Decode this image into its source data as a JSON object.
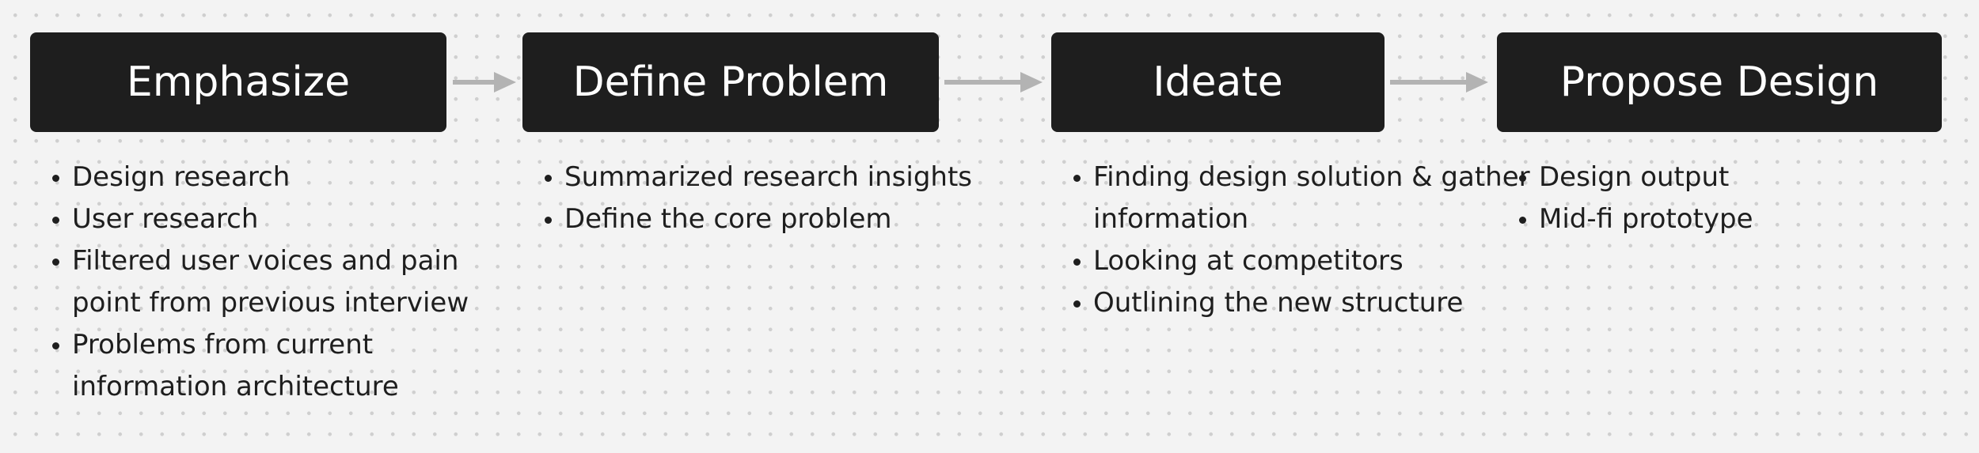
{
  "colors": {
    "box_fill": "#1e1e1e",
    "box_text": "#ffffff",
    "arrow": "#b3b3b3",
    "body_text": "#1e1e1e",
    "canvas": "#f3f3f3"
  },
  "stages": [
    {
      "title": "Emphasize",
      "items": [
        "Design research",
        "User research",
        "Filtered user voices and pain point from previous interview",
        "Problems from current information architecture"
      ]
    },
    {
      "title": "Define Problem",
      "items": [
        "Summarized research insights",
        "Define the core problem"
      ]
    },
    {
      "title": "Ideate",
      "items": [
        "Finding design solution & gather information",
        "Looking at competitors",
        "Outlining the new structure"
      ]
    },
    {
      "title": "Propose Design",
      "items": [
        "Design output",
        "Mid-fi prototype"
      ]
    }
  ]
}
